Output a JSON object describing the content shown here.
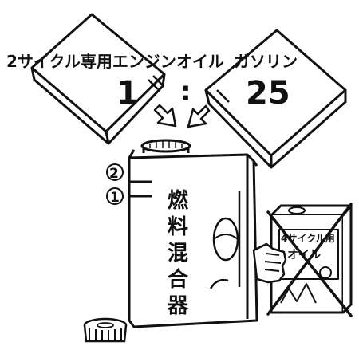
{
  "illustration": {
    "header_label": "2サイクル専用エンジンオイル",
    "gasoline_label": "ガソリン",
    "ratio_left": "1",
    "ratio_colon": ":",
    "ratio_right": "25",
    "level_marks": [
      "②",
      "①"
    ],
    "container_label_chars": [
      "燃",
      "料",
      "混",
      "合",
      "器"
    ],
    "crossed_can_label_line1": "4サイクル用",
    "crossed_can_label_line2": "オイル"
  }
}
